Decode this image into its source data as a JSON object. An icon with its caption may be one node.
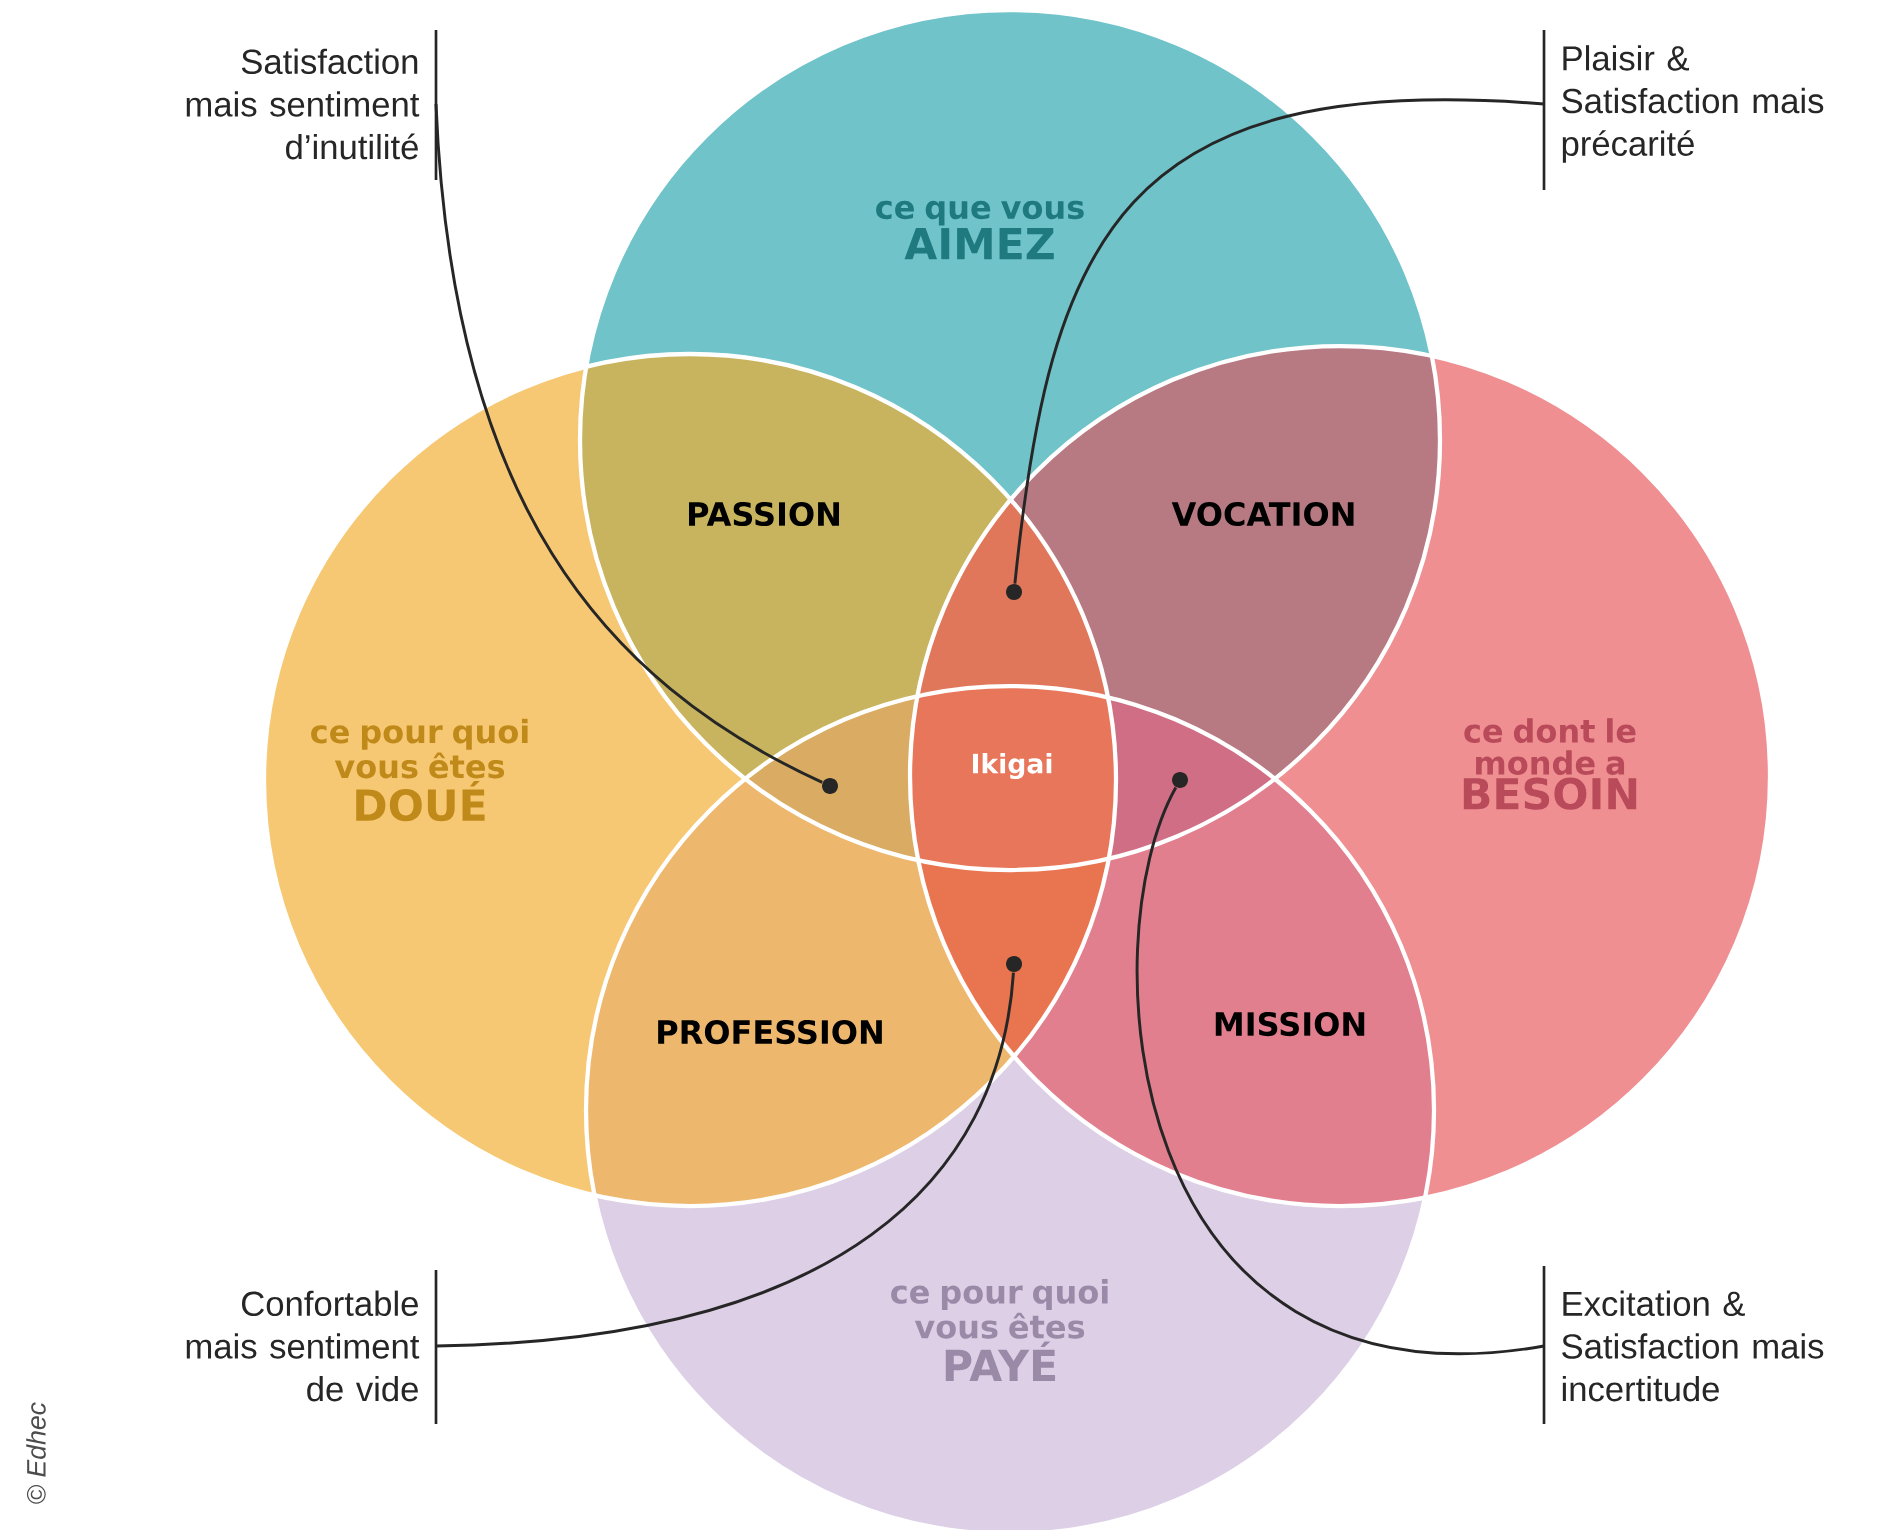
{
  "diagram": {
    "nodes": [
      {
        "text": [
          "Satisfaction mais sentiment d’inutilité"
        ]
      },
      {
        "text": [
          "ce que vous",
          "AIMEZ"
        ]
      },
      {
        "text": [
          "Plaisir & Satisfaction mais précarité"
        ]
      },
      {
        "text": [
          "PASSION"
        ]
      },
      {
        "text": [
          "VOCATION"
        ]
      },
      {
        "text": [
          "ce pour quoi vous êtes",
          "DOUÉ"
        ]
      },
      {
        "text": [
          "Ikigai"
        ]
      },
      {
        "text": [
          "ce dont le monde a",
          "BESOIN"
        ]
      },
      {
        "text": [
          "PROFESSION"
        ]
      },
      {
        "text": [
          "MISSION"
        ]
      },
      {
        "text": [
          "Confortable mais sentiment de vide"
        ]
      },
      {
        "text": [
          "Excitation & Satisfaction mais incertitude"
        ]
      },
      {
        "text": [
          "ce pour quoi vous êtes",
          "PAYÉ"
        ]
      },
      {
        "text": [],
        "shape": "circle"
      },
      {
        "text": [],
        "shape": "circle"
      },
      {
        "text": [],
        "shape": "circle"
      },
      {
        "text": [],
        "shape": "circle"
      }
    ],
    "edges": [
      {
        "from": 0,
        "to": 13,
        "arrow": "none"
      },
      {
        "from": 2,
        "to": 14,
        "arrow": "none"
      },
      {
        "from": 10,
        "to": 16,
        "arrow": "none"
      },
      {
        "from": 11,
        "to": 15,
        "arrow": "none"
      }
    ],
    "labels": [
      "© Edhec"
    ]
  }
}
